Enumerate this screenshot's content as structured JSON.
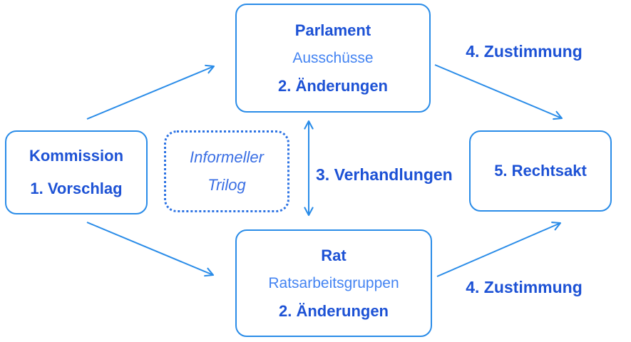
{
  "diagram": {
    "boxes": {
      "kommission": {
        "title": "Kommission",
        "step": "1. Vorschlag"
      },
      "parlament": {
        "title": "Parlament",
        "subtitle": "Ausschüsse",
        "step": "2. Änderungen"
      },
      "trilog": {
        "line1": "Informeller",
        "line2": "Trilog"
      },
      "rat": {
        "title": "Rat",
        "subtitle": "Ratsarbeitsgruppen",
        "step": "2. Änderungen"
      },
      "rechtsakt": {
        "title": "5. Rechtsakt"
      }
    },
    "labels": {
      "zustimmung_top": "4. Zustimmung",
      "verhandlungen": "3. Verhandlungen",
      "zustimmung_bottom": "4. Zustimmung"
    },
    "connections": [
      {
        "from": "kommission",
        "to": "parlament"
      },
      {
        "from": "kommission",
        "to": "rat"
      },
      {
        "from": "parlament",
        "to": "rechtsakt",
        "label": "4. Zustimmung"
      },
      {
        "from": "rat",
        "to": "rechtsakt",
        "label": "4. Zustimmung"
      },
      {
        "from": "parlament",
        "to": "rat",
        "bidirectional": true,
        "label": "3. Verhandlungen"
      }
    ],
    "colors": {
      "text_bold": "#1d52d5",
      "text_light": "#4484f2",
      "text_italic": "#3a6fe4",
      "line": "#2a8ce8",
      "dotted_border": "#2e74e4",
      "background": "#ffffff"
    }
  }
}
